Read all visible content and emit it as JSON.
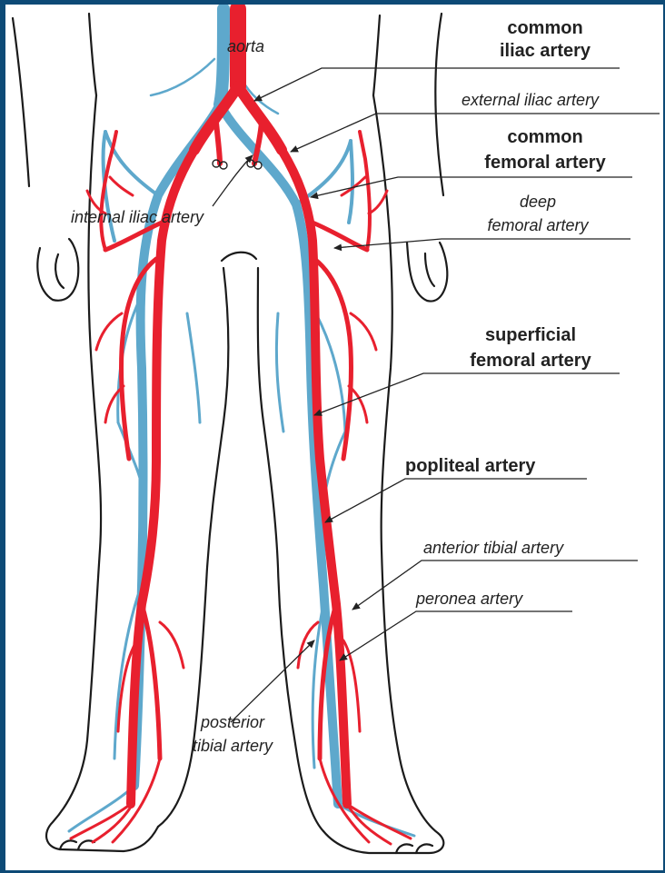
{
  "colors": {
    "border": "#0d4a76",
    "background": "#ffffff",
    "artery": "#e8202e",
    "vein": "#5ea8cc",
    "outline": "#1b1b1b"
  },
  "labels": {
    "aorta": "aorta",
    "common_iliac_1": "common",
    "common_iliac_2": "iliac artery",
    "external_iliac": "external iliac artery",
    "common_femoral_1": "common",
    "common_femoral_2": "femoral artery",
    "internal_iliac": "internal iliac artery",
    "deep_femoral_1": "deep",
    "deep_femoral_2": "femoral artery",
    "superficial_femoral_1": "superficial",
    "superficial_femoral_2": "femoral artery",
    "popliteal": "popliteal artery",
    "anterior_tibial": "anterior tibial artery",
    "peronea": "peronea artery",
    "posterior_tibial_1": "posterior",
    "posterior_tibial_2": "tibial artery"
  }
}
